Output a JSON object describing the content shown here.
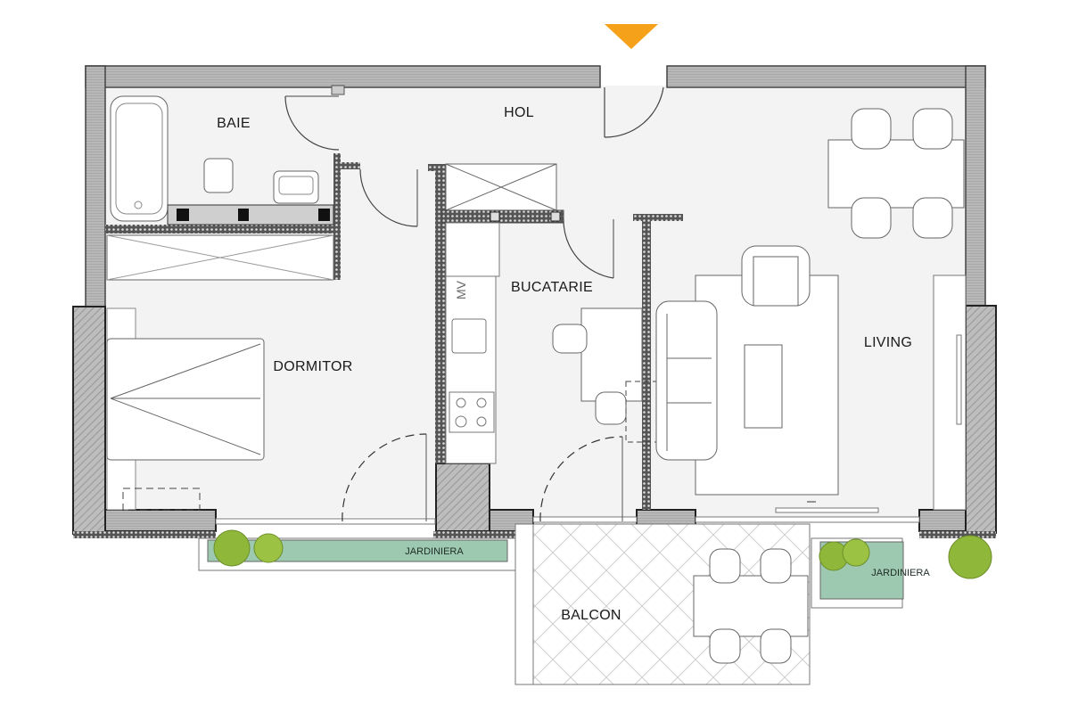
{
  "plan": {
    "entrance_marker": {
      "icon": "entrance-arrow-icon",
      "color": "#F5A11A"
    },
    "colors": {
      "floor": "#F3F3F3",
      "wall_outer": "#9E9E9E",
      "wall_dark": "#3A3A3A",
      "planter": "#9CC9B0",
      "plant": "#8FB83A",
      "balcony_bg": "#FFFFFF",
      "furniture": "#FFFFFF",
      "line": "#555555"
    },
    "rooms": [
      {
        "id": "baie",
        "label": "BAIE"
      },
      {
        "id": "hol",
        "label": "HOL"
      },
      {
        "id": "bucatarie",
        "label": "BUCATARIE"
      },
      {
        "id": "dormitor",
        "label": "DORMITOR"
      },
      {
        "id": "living",
        "label": "LIVING"
      },
      {
        "id": "balcon",
        "label": "BALCON"
      }
    ],
    "planters": [
      {
        "id": "jardiniera-left",
        "label": "JARDINIERA"
      },
      {
        "id": "jardiniera-right",
        "label": "JARDINIERA"
      }
    ],
    "fixtures": {
      "microwave_label": "MV"
    }
  }
}
